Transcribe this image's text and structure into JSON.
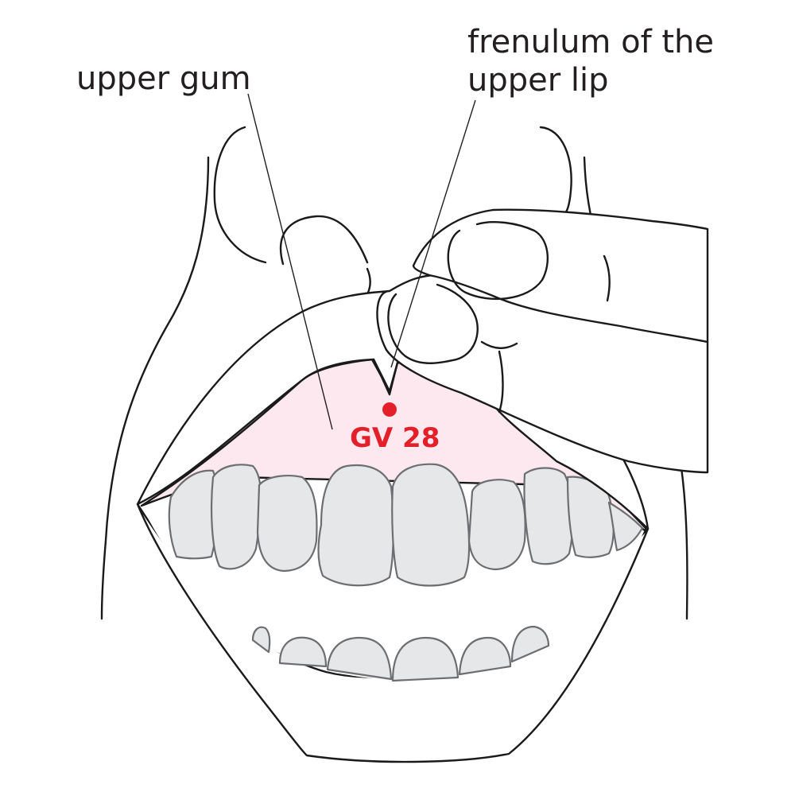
{
  "labels": {
    "upper_gum": "upper gum",
    "frenulum_line1": "frenulum of the",
    "frenulum_line2": "upper lip",
    "acupoint": "GV 28"
  },
  "colors": {
    "gum": "#fde8ef",
    "tooth": "#e6e7e8",
    "acupoint": "#e3202a"
  }
}
